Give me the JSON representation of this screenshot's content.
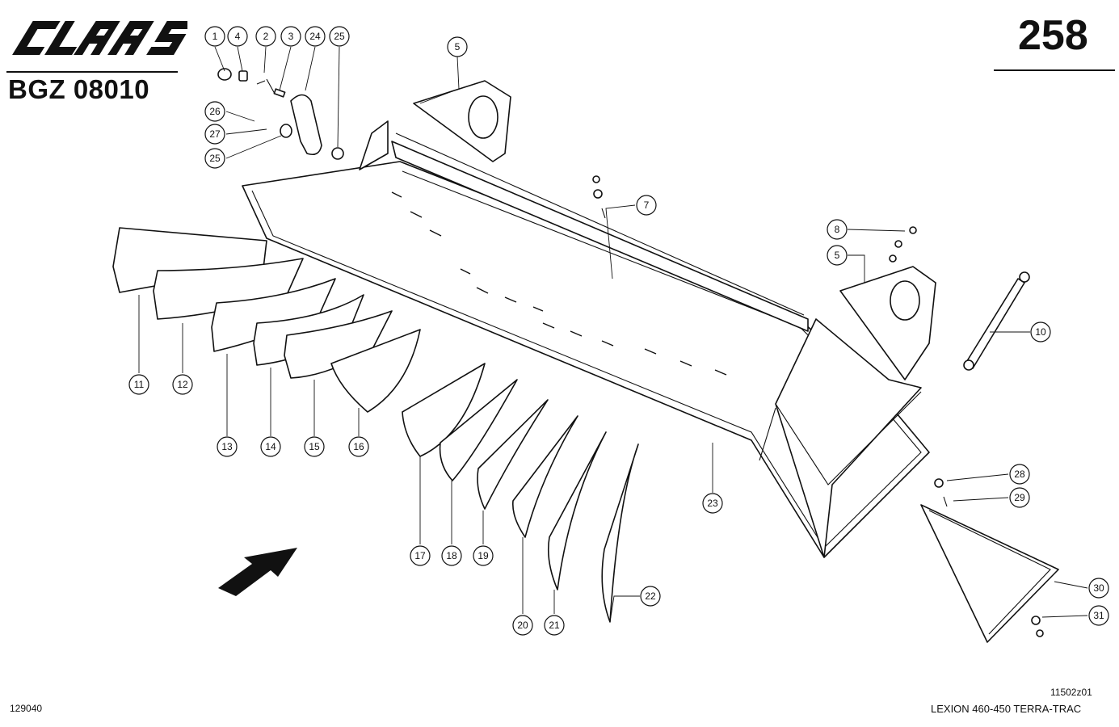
{
  "header": {
    "brand": "CLAAS",
    "group_code": "BGZ 08010",
    "page_number": "258"
  },
  "footer": {
    "left_code": "129040",
    "drawing_ref": "11502z01",
    "model": "LEXION 460-450 TERRA-TRAC"
  },
  "callouts": [
    "1",
    "4",
    "2",
    "3",
    "24",
    "25",
    "26",
    "27",
    "25",
    "5",
    "7",
    "8",
    "5",
    "10",
    "11",
    "12",
    "13",
    "14",
    "15",
    "16",
    "17",
    "18",
    "19",
    "20",
    "21",
    "22",
    "23",
    "28",
    "29",
    "30",
    "31"
  ]
}
